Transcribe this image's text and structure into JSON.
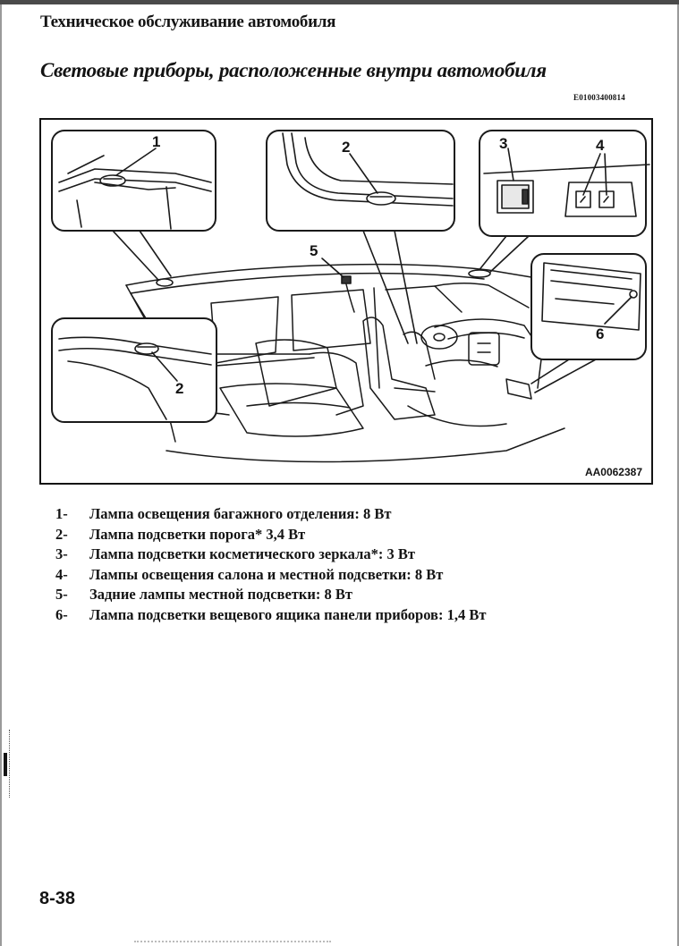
{
  "header": {
    "title": "Техническое обслуживание автомобиля"
  },
  "section": {
    "title": "Световые приборы, расположенные внутри автомобиля",
    "code": "E01003400814"
  },
  "figure": {
    "code": "AA0062387",
    "callouts": [
      "1",
      "2",
      "3",
      "4",
      "5",
      "6",
      "2"
    ]
  },
  "legend": [
    {
      "num": "1-",
      "text": "Лампа освещения багажного отделения: 8 Вт"
    },
    {
      "num": "2-",
      "text": "Лампа подсветки порога* 3,4 Вт"
    },
    {
      "num": "3-",
      "text": "Лампа подсветки косметического зеркала*: 3 Вт"
    },
    {
      "num": "4-",
      "text": "Лампы освещения салона и местной подсветки: 8 Вт"
    },
    {
      "num": "5-",
      "text": "Задние лампы местной подсветки: 8 Вт"
    },
    {
      "num": "6-",
      "text": "Лампа подсветки вещевого ящика панели приборов: 1,4 Вт"
    }
  ],
  "page": {
    "number": "8-38"
  }
}
